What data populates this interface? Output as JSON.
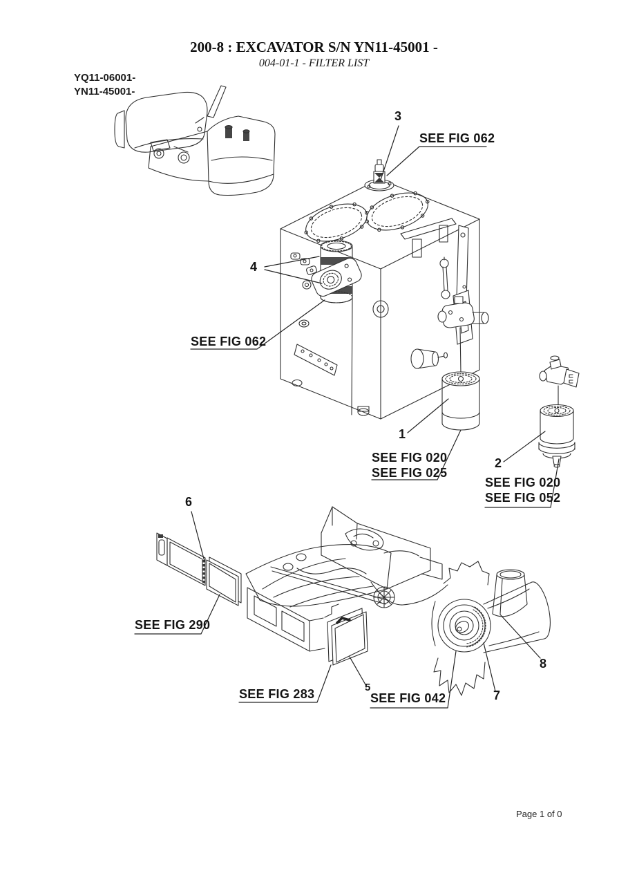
{
  "header": {
    "title": "200-8 : EXCAVATOR S/N YN11-45001 -",
    "subtitle": "004-01-1 - FILTER LIST"
  },
  "diagram": {
    "serial_range": {
      "line1": "YQ11-06001-",
      "line2": "YN11-45001-"
    },
    "item_numbers": {
      "n1": "1",
      "n2": "2",
      "n3": "3",
      "n4": "4",
      "n5": "5",
      "n6": "6",
      "n7": "7",
      "n8": "8"
    },
    "figure_refs": {
      "breather_top": "SEE FIG 062",
      "return_filter": "SEE FIG 062",
      "fuel_filter_line1": "SEE FIG 020",
      "fuel_filter_line2": "SEE FIG 025",
      "water_separator_line1": "SEE FIG 020",
      "water_separator_line2": "SEE FIG 052",
      "aircon_filter": "SEE FIG 290",
      "condenser_filter": "SEE FIG 283",
      "air_cleaner": "SEE FIG 042"
    }
  },
  "footer": {
    "page_indicator": "Page 1 of 0"
  }
}
